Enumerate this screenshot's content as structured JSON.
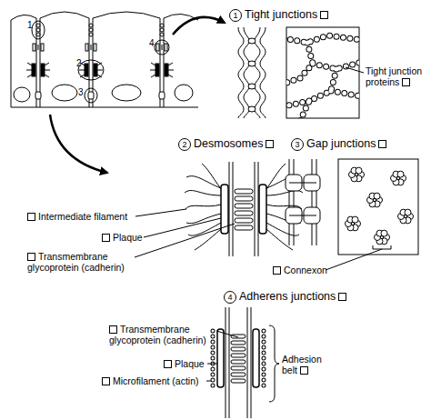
{
  "diagram": {
    "labels": [
      "1",
      "2",
      "3",
      "4",
      "1",
      "Tight junctions",
      "Tight junction proteins",
      "2",
      "Desmosomes",
      "3",
      "Gap junctions",
      "Intermediate filament",
      "Plaque",
      "Transmembrane glycoprotein (cadherin)",
      "Connexon",
      "4",
      "Adherens junctions",
      "Transmembrane glycoprotein (cadherin)",
      "Plaque",
      "Microfilament (actin)",
      "Adhesion belt"
    ]
  }
}
